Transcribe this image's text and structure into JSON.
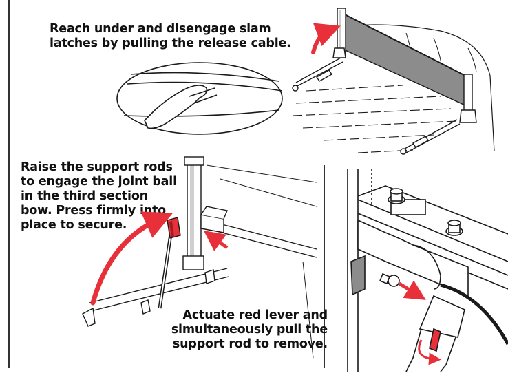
{
  "steps": {
    "step1_caption": "Reach under and disengage slam latches by pulling the release cable.",
    "step2_caption": "Raise the support rods to engage the joint ball in the third section bow. Press firmly into place to secure.",
    "step3_caption": "Actuate red lever and simultaneously pull the support rod to remove."
  },
  "colors": {
    "accent_red": "#e8303a",
    "line": "#1a1a1a",
    "panel_gray": "#8c8c8c"
  },
  "icons": [
    "curved-arrow-icon",
    "straight-arrow-icon",
    "twist-arrow-icon"
  ]
}
